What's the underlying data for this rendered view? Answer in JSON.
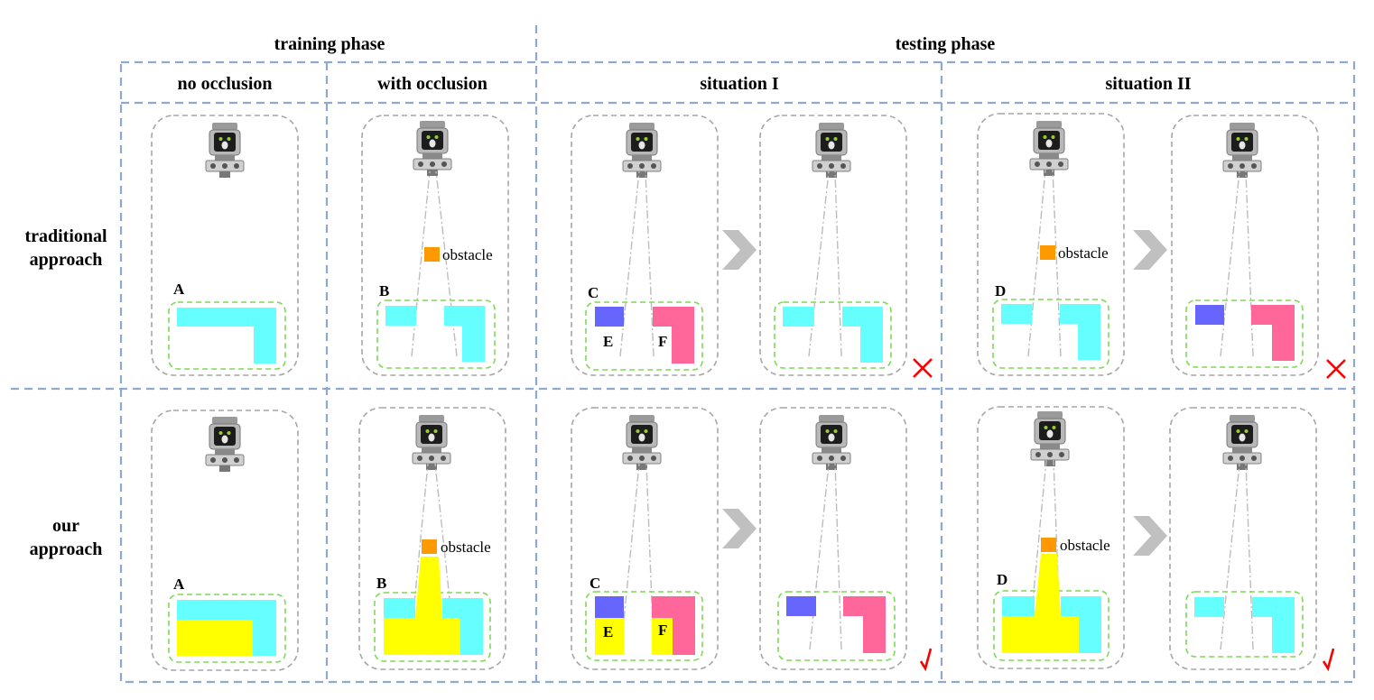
{
  "headers": {
    "training": "training phase",
    "testing": "testing phase",
    "no_occlusion": "no occlusion",
    "with_occlusion": "with occlusion",
    "situation1": "situation I",
    "situation2": "situation II"
  },
  "rows": {
    "traditional": [
      "traditional",
      "approach"
    ],
    "ours": [
      "our",
      "approach"
    ]
  },
  "labels": {
    "A": "A",
    "B": "B",
    "C": "C",
    "D": "D",
    "E": "E",
    "F": "F",
    "obstacle": "obstacle"
  },
  "marks": {
    "cross": "cross-icon",
    "check": "check-icon",
    "arrow": "chevron-right-icon",
    "robot": "robot-icon"
  },
  "colors": {
    "cyan": "#66ffff",
    "yellow": "#ffff00",
    "blue": "#6666ff",
    "pink": "#ff6699",
    "orange": "#ff9900",
    "red": "#ff0000",
    "arrow": "#c0c0c0",
    "grid": "#8ea9cf"
  }
}
